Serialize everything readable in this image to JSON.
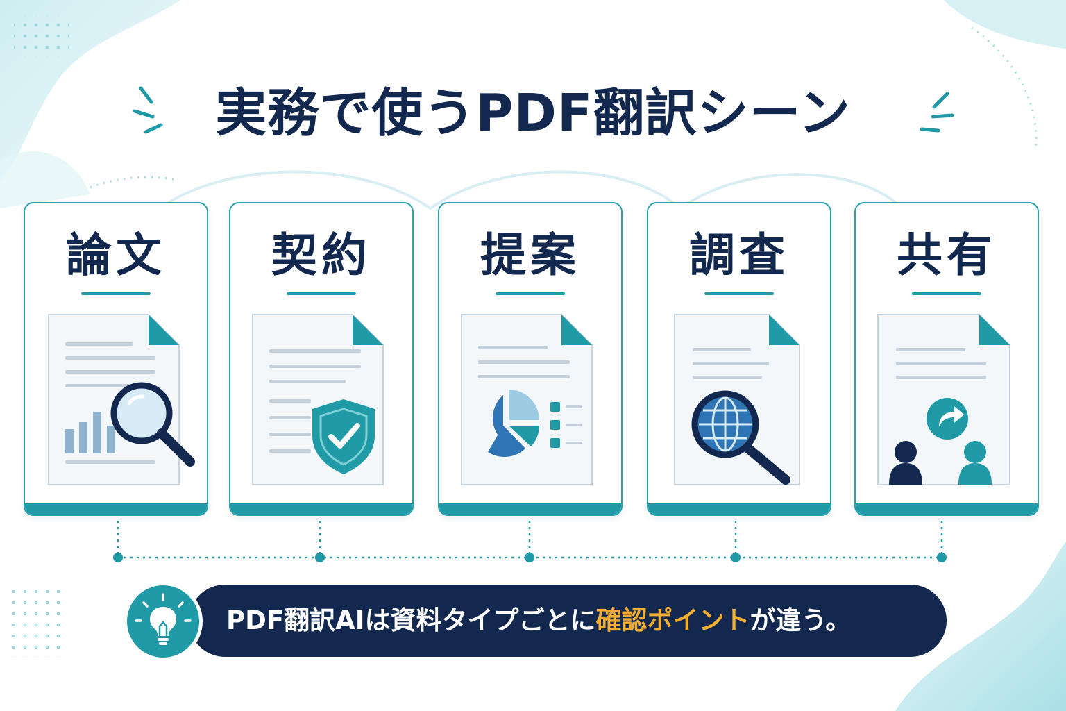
{
  "title": "実務で使うPDF翻訳シーン",
  "cards": [
    {
      "label": "論文",
      "icon": "research-document-magnifier-icon"
    },
    {
      "label": "契約",
      "icon": "contract-document-shield-icon"
    },
    {
      "label": "提案",
      "icon": "proposal-document-pie-chart-icon"
    },
    {
      "label": "調査",
      "icon": "survey-document-globe-search-icon"
    },
    {
      "label": "共有",
      "icon": "share-document-people-icon"
    }
  ],
  "banner": {
    "prefix": "PDF翻訳AIは資料タイプごとに",
    "highlight": "確認ポイント",
    "suffix": "が違う。",
    "icon": "lightbulb-icon"
  },
  "colors": {
    "navy": "#13284f",
    "teal": "#1f9aa6",
    "accent": "#f2ad33",
    "blue": "#2f74b5"
  }
}
